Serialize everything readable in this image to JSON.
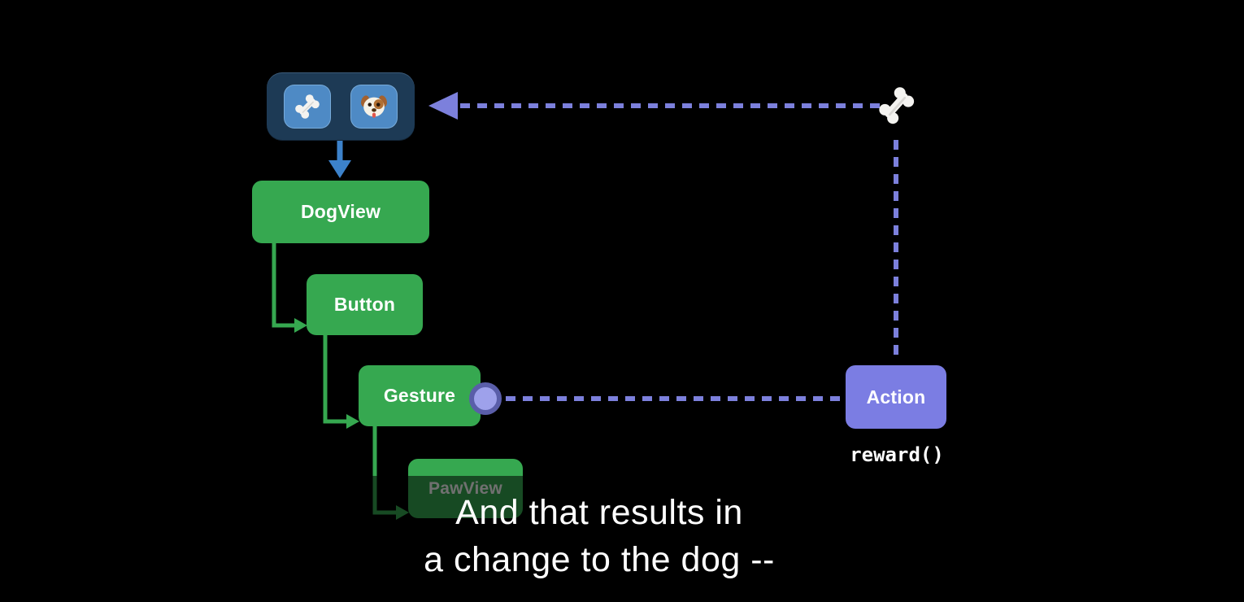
{
  "slide": {
    "caption": {
      "line1": "And that results in",
      "line2": "a change to the dog --"
    }
  },
  "state_panel": {
    "icons": [
      {
        "name": "bone-icon",
        "glyph": "bone"
      },
      {
        "name": "dog-icon",
        "glyph": "dog face"
      }
    ]
  },
  "nodes": {
    "dogview": {
      "label": "DogView"
    },
    "button": {
      "label": "Button"
    },
    "gesture": {
      "label": "Gesture"
    },
    "pawview": {
      "label": "PawView"
    },
    "action": {
      "label": "Action",
      "code": "reward()"
    }
  },
  "colors": {
    "view_green": "#36a850",
    "action_purple": "#7b7de3",
    "wire_purple": "#7c80dc",
    "update_blue": "#3c82cb",
    "panel_navy": "#1d3a55",
    "tile_blue": "#4e8ac5",
    "port_fill": "#9ea1eb",
    "port_ring": "#5a5ea9"
  }
}
